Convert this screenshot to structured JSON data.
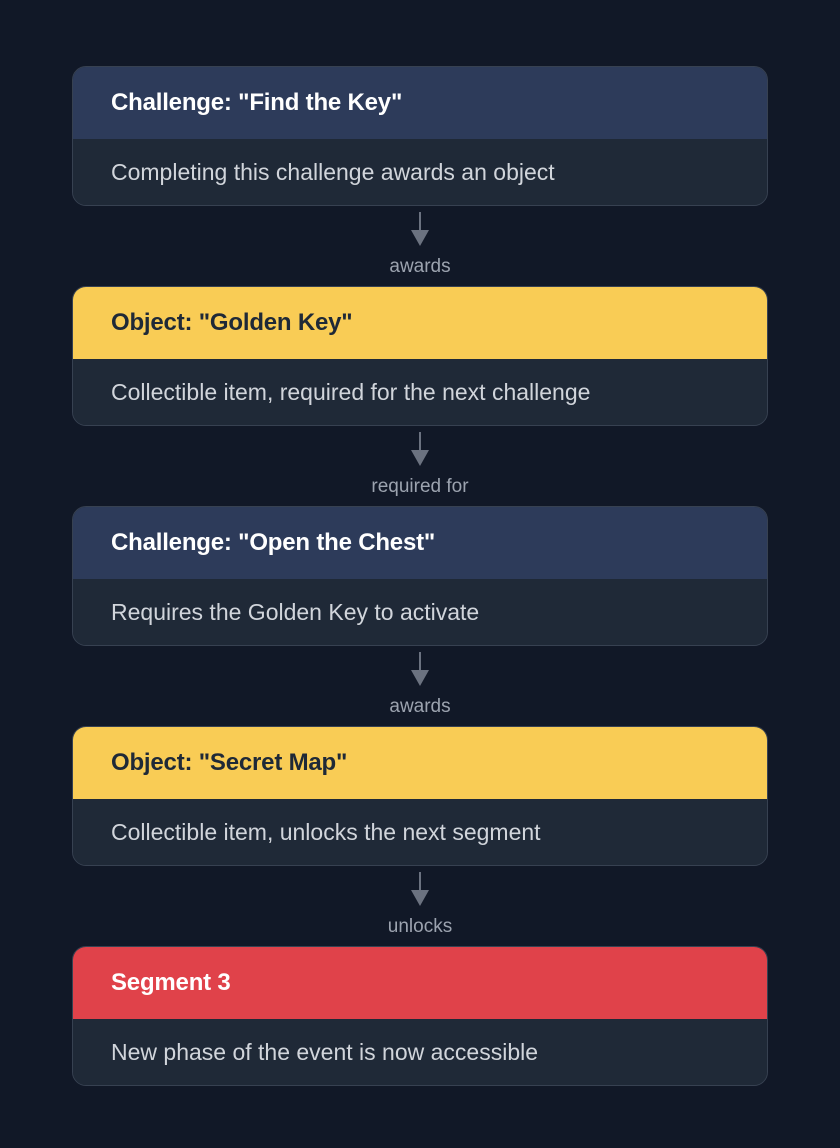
{
  "nodes": [
    {
      "title": "Challenge: \"Find the Key\"",
      "description": "Completing this challenge awards an object",
      "kind": "challenge"
    },
    {
      "title": "Object: \"Golden Key\"",
      "description": "Collectible item, required for the next challenge",
      "kind": "object"
    },
    {
      "title": "Challenge: \"Open the Chest\"",
      "description": "Requires the Golden Key to activate",
      "kind": "challenge"
    },
    {
      "title": "Object: \"Secret Map\"",
      "description": "Collectible item, unlocks the next segment",
      "kind": "object"
    },
    {
      "title": "Segment 3",
      "description": "New phase of the event is now accessible",
      "kind": "segment"
    }
  ],
  "edges": [
    {
      "label": "awards"
    },
    {
      "label": "required for"
    },
    {
      "label": "awards"
    },
    {
      "label": "unlocks"
    }
  ],
  "colors": {
    "background": "#111827",
    "challenge": "#2d3b5a",
    "object": "#f9cc55",
    "segment": "#e0424a",
    "card_body": "#1f2937",
    "connector": "#6b7280"
  }
}
